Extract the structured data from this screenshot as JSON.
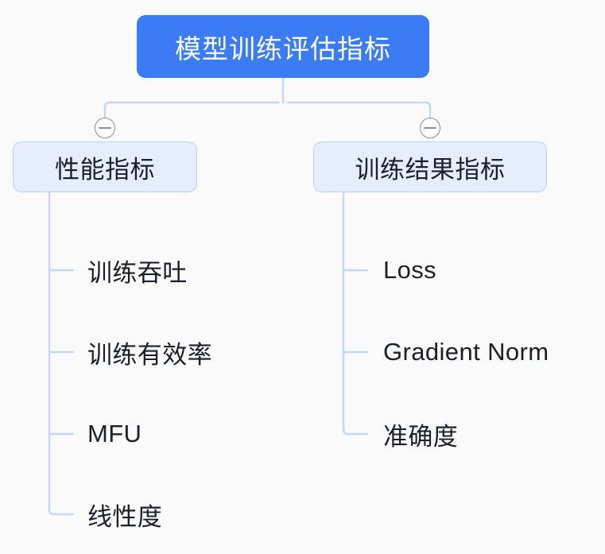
{
  "diagram": {
    "type": "mind-map",
    "title": "模型训练评估指标",
    "background_color": "#fafafb",
    "root": {
      "label": "模型训练评估指标",
      "fill_color": "#3B7BF5",
      "text_color": "#ffffff"
    },
    "branch_style": {
      "fill_color": "#e6edfd",
      "border_color": "#bdd0f4",
      "text_color": "#1b1f2a"
    },
    "connector_color": "#c5d7f7",
    "toggle_icon": "minus-circle-icon",
    "branches": [
      {
        "label": "性能指标",
        "expanded": true,
        "toggle_state": "collapse",
        "children": [
          {
            "label": "训练吞吐"
          },
          {
            "label": "训练有效率"
          },
          {
            "label": "MFU"
          },
          {
            "label": "线性度"
          }
        ]
      },
      {
        "label": "训练结果指标",
        "expanded": true,
        "toggle_state": "collapse",
        "children": [
          {
            "label": "Loss"
          },
          {
            "label": "Gradient Norm"
          },
          {
            "label": "准确度"
          }
        ]
      }
    ]
  }
}
